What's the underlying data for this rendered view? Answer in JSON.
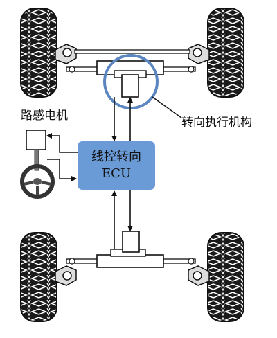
{
  "ecu": {
    "line1": "线控转向",
    "line2": "ECU"
  },
  "labels": {
    "sensor_motor": "路感电机",
    "steering_actuator": "转向执行机构"
  },
  "colors": {
    "ecu_fill": "#6b9bd6",
    "highlight_circle": "#5b86c0",
    "line": "#111111"
  }
}
